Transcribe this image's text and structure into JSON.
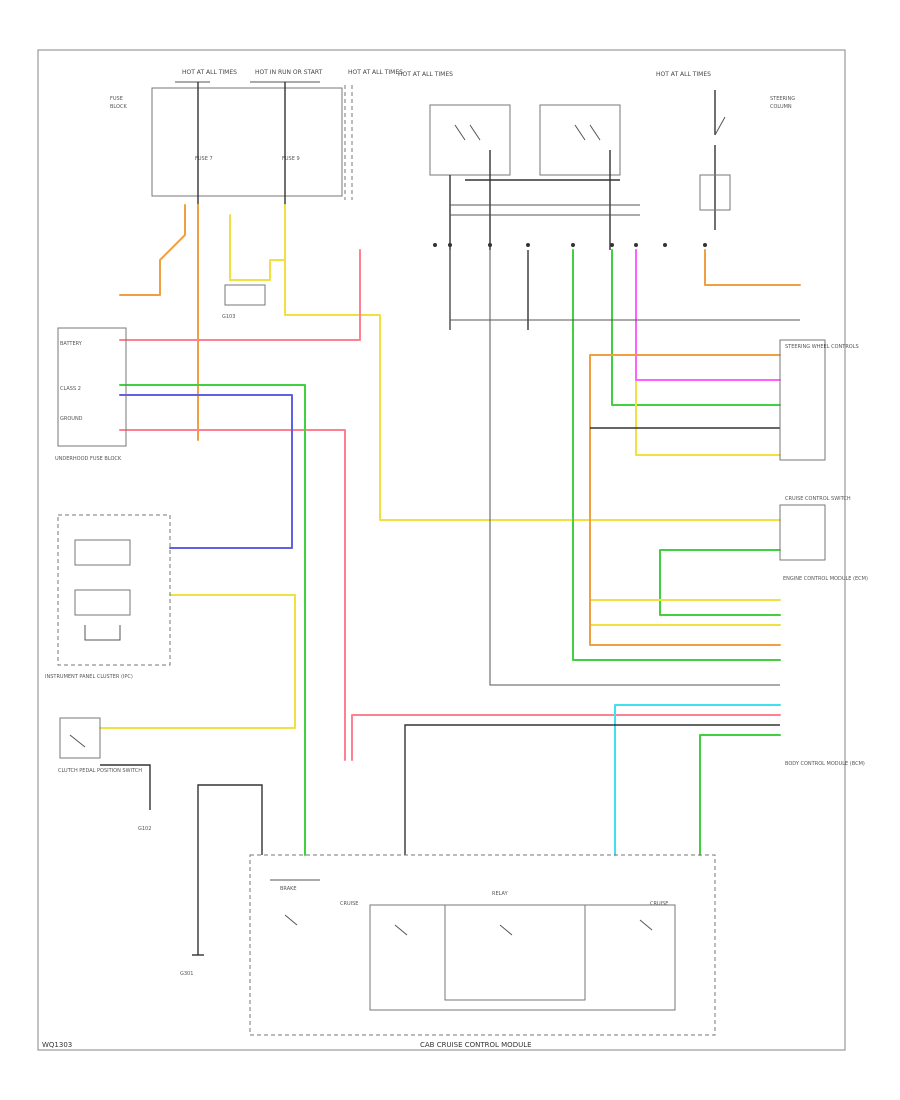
{
  "figure": {
    "id_label": "WQ1303",
    "footer_title": "CAB CRUISE CONTROL MODULE"
  },
  "colors": {
    "frame": "#9a9a9a",
    "orange": "#f0a040",
    "yellow": "#f0e040",
    "pink": "#ff8090",
    "green": "#40d040",
    "blue": "#6060e0",
    "violet": "#ff60ff",
    "cyan": "#40e0f0",
    "gray": "#333333",
    "black": "#333333"
  },
  "labels": {
    "top_fuse_a": "HOT AT ALL TIMES",
    "top_fuse_b": "HOT IN RUN OR START",
    "top_fuse_c": "HOT AT ALL TIMES",
    "top_fuse_d": "HOT AT ALL TIMES",
    "top_fuse_e": "HOT AT ALL TIMES",
    "left_module": "UNDERHOOD FUSE BLOCK",
    "cluster": "INSTRUMENT PANEL CLUSTER (IPC)",
    "bcm": "BODY CONTROL MODULE (BCM)",
    "ecm": "ENGINE CONTROL MODULE (ECM)",
    "right_switch_a": "STEERING WHEEL CONTROLS",
    "right_switch_b": "CRUISE CONTROL SWITCH",
    "bottom_module": "CRUISE CONTROL MODULE",
    "left_switch": "CLUTCH PEDAL POSITION SWITCH",
    "ground_a": "G102",
    "ground_b": "G301",
    "ground_c": "G103"
  }
}
